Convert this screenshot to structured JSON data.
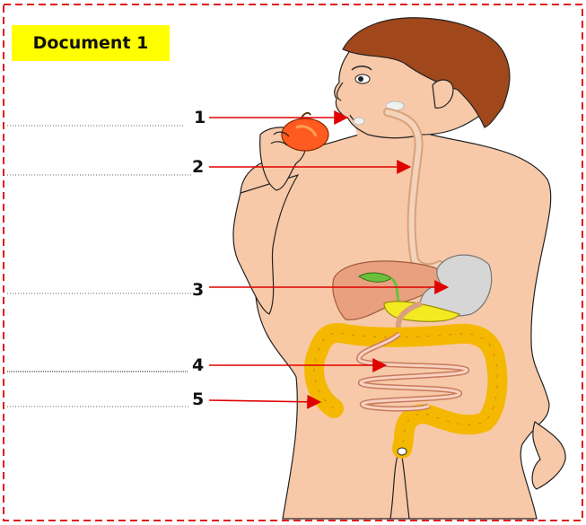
{
  "document_title": "Document 1",
  "labels": [
    {
      "number": "1",
      "target": "mouth"
    },
    {
      "number": "2",
      "target": "esophagus"
    },
    {
      "number": "3",
      "target": "stomach"
    },
    {
      "number": "4",
      "target": "small-intestine"
    },
    {
      "number": "5",
      "target": "large-intestine"
    }
  ],
  "colors": {
    "frame_border": "#e21b1b",
    "title_background": "#ffff00",
    "skin": "#f7c9a8",
    "hair": "#a0471c",
    "arrow": "#e00000",
    "large_intestine": "#f5b800",
    "stomach": "#d6d6d6",
    "liver": "#e9a07f",
    "pancreas": "#f3ea22",
    "gallbladder": "#6cbf3a"
  }
}
